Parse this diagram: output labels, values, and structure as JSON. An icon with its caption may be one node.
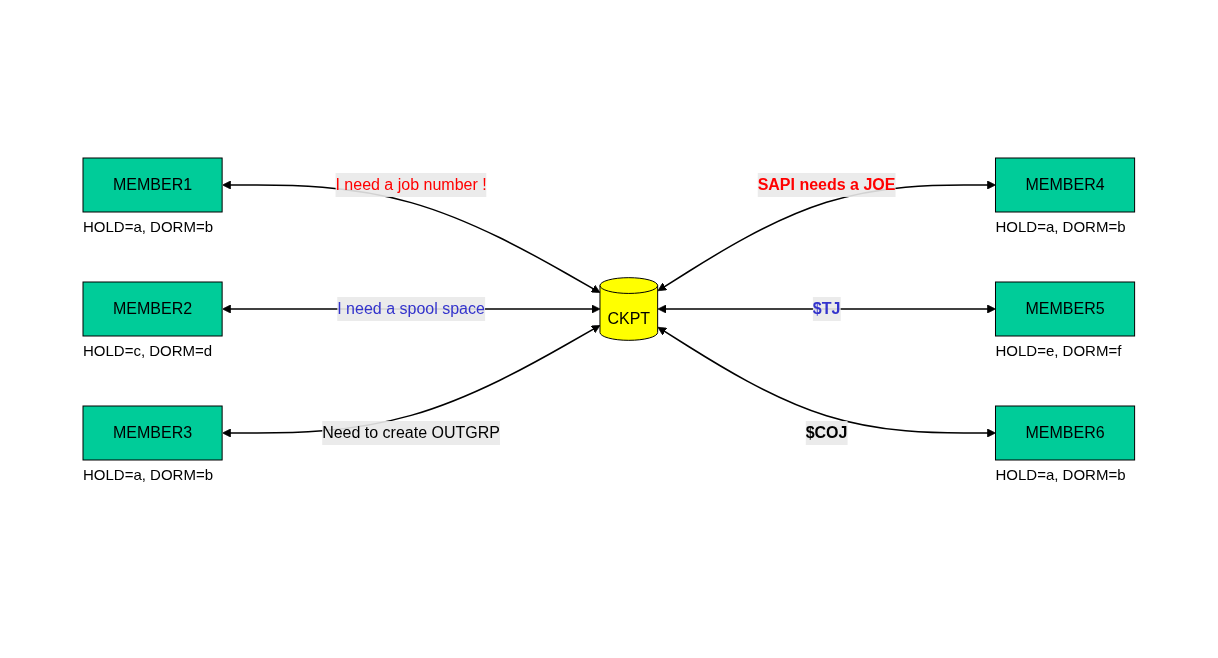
{
  "diagram": {
    "nodes": [
      {
        "text": [
          "MEMBER1"
        ],
        "beside": [
          "HOLD=a, DORM=b"
        ]
      },
      {
        "text": [
          "MEMBER2"
        ],
        "beside": [
          "HOLD=c, DORM=d"
        ]
      },
      {
        "text": [
          "MEMBER3"
        ],
        "beside": [
          "HOLD=a, DORM=b"
        ]
      },
      {
        "text": [
          "CKPT"
        ]
      },
      {
        "text": [
          "MEMBER4"
        ],
        "beside": [
          "HOLD=a, DORM=b"
        ]
      },
      {
        "text": [
          "MEMBER5"
        ],
        "beside": [
          "HOLD=e, DORM=f"
        ]
      },
      {
        "text": [
          "MEMBER6"
        ],
        "beside": [
          "HOLD=a, DORM=b"
        ]
      }
    ],
    "edges": [
      {
        "from": 0,
        "to": 3,
        "arrow": "both",
        "label": "I need a job number !"
      },
      {
        "from": 1,
        "to": 3,
        "arrow": "both",
        "label": "I need a spool space"
      },
      {
        "from": 2,
        "to": 3,
        "arrow": "both",
        "label": "Need to create OUTGRP"
      },
      {
        "from": 3,
        "to": 4,
        "arrow": "both",
        "label": "SAPI needs a JOE"
      },
      {
        "from": 3,
        "to": 5,
        "arrow": "both",
        "label": "$TJ"
      },
      {
        "from": 3,
        "to": 6,
        "arrow": "both",
        "label": "$COJ"
      }
    ]
  }
}
